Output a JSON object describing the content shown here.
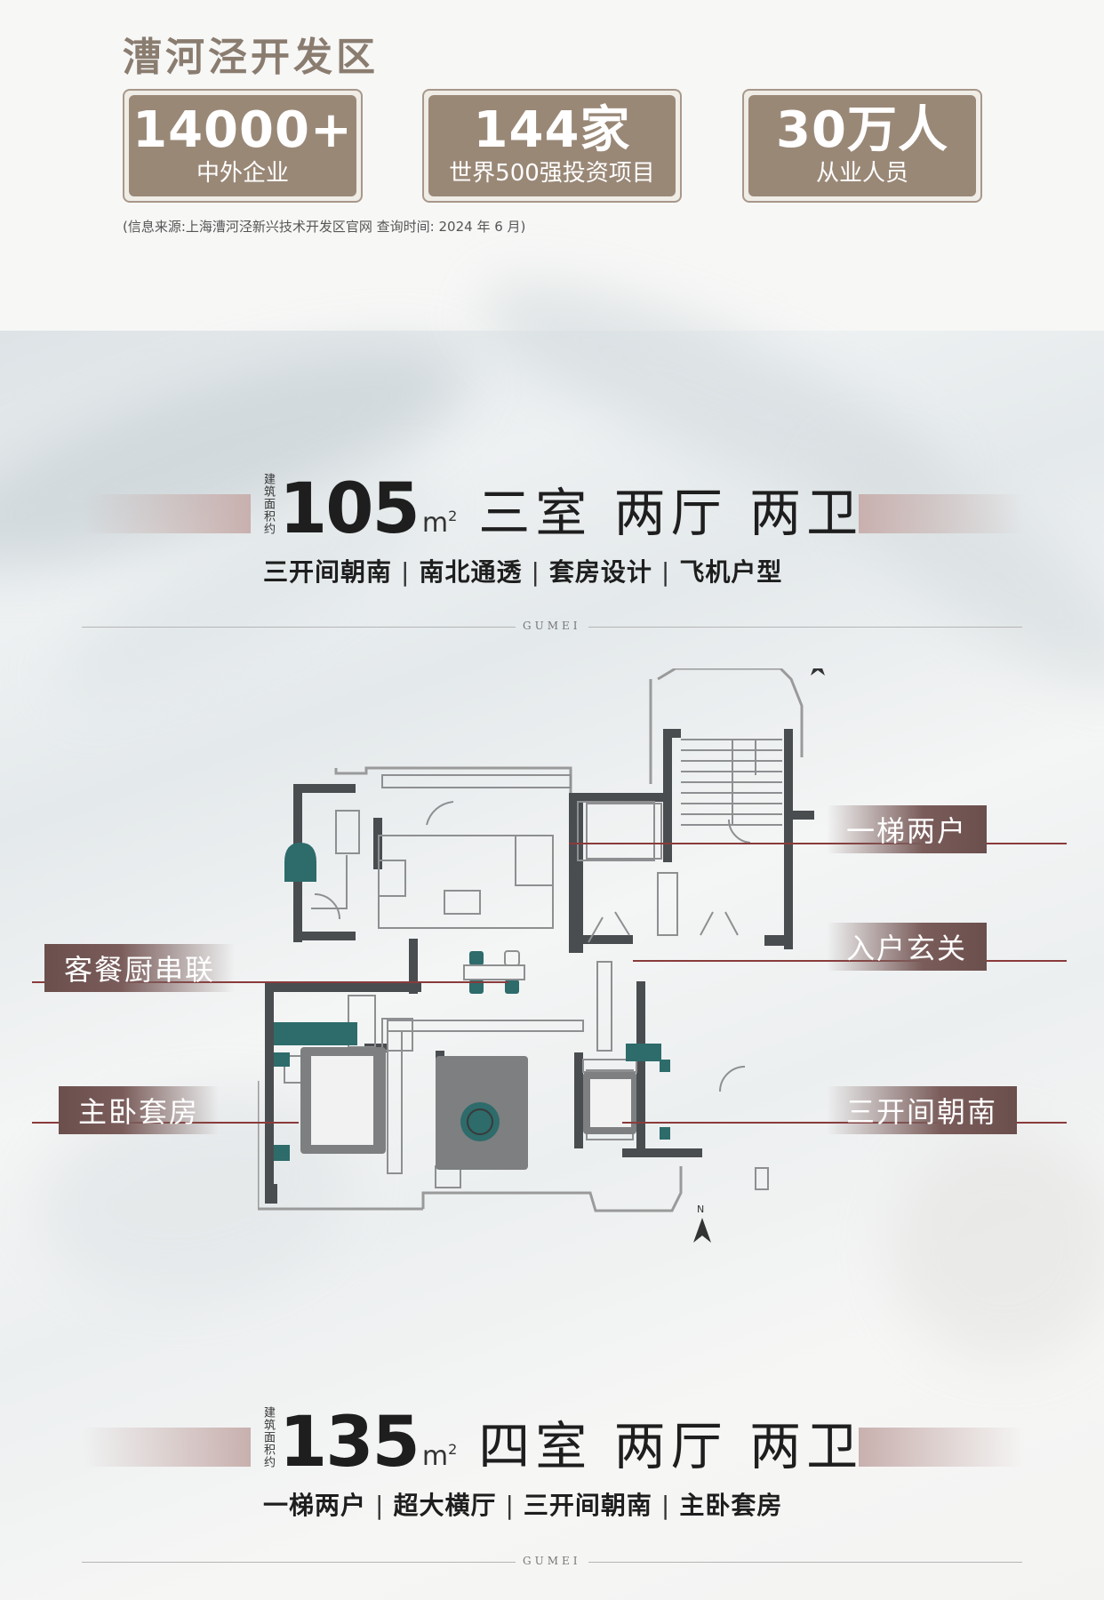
{
  "header": {
    "title": "漕河泾开发区",
    "stats": [
      {
        "value": "14000+",
        "label": "中外企业"
      },
      {
        "value": "144家",
        "label": "世界500强投资项目"
      },
      {
        "value": "30万人",
        "label": "从业人员"
      }
    ],
    "source_note": "(信息来源:上海漕河泾新兴技术开发区官网   查询时间: 2024 年 6 月)"
  },
  "unit1": {
    "area_caption": "建筑面积约",
    "area": "105",
    "unit": "m",
    "unit_sup": "2",
    "rooms": "三室 两厅 两卫",
    "features": [
      "三开间朝南",
      "南北通透",
      "套房设计",
      "飞机户型"
    ],
    "separator": "|"
  },
  "divider_text": "GUMEI",
  "callouts": {
    "right": [
      "一梯两户",
      "入户玄关",
      "三开间朝南"
    ],
    "left": [
      "客餐厨串联",
      "主卧套房"
    ]
  },
  "compass": "N",
  "unit2": {
    "area_caption": "建筑面积约",
    "area": "135",
    "unit": "m",
    "unit_sup": "2",
    "rooms": "四室 两厅 两卫",
    "features": [
      "一梯两户",
      "超大横厅",
      "三开间朝南",
      "主卧套房"
    ],
    "separator": "|"
  },
  "colors": {
    "brand_brown": "#9a8877",
    "title_brown": "#8a7d70",
    "callout_red": "#8a3b3b",
    "teal_furniture": "#2e6b6b"
  }
}
